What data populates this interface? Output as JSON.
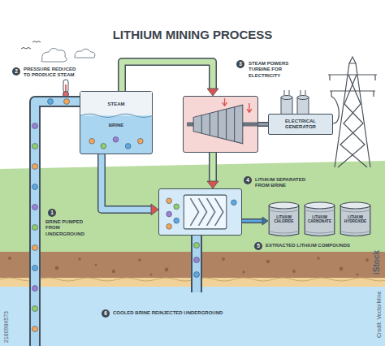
{
  "diagram": {
    "title": "LITHIUM MINING PROCESS",
    "nodes": [
      {
        "text": [
          "STEAM",
          "BRINE"
        ]
      },
      {
        "text": [
          "STEAM POWERS TURBINE FOR ELECTRICITY"
        ]
      },
      {
        "text": [
          "ELECTRICAL GENERATOR"
        ]
      },
      {
        "text": [
          "LITHIUM SEPARATED FROM BRINE"
        ]
      },
      {
        "text": [
          "LITHIUM CHLORIDE"
        ]
      },
      {
        "text": [
          "LITHIUM CARBONATE"
        ]
      },
      {
        "text": [
          "LITHIUM HYDROXIDE"
        ]
      }
    ],
    "edges": [
      {
        "from": 0,
        "to": 1,
        "arrow": "to"
      },
      {
        "from": 1,
        "to": 2,
        "arrow": "none"
      },
      {
        "from": 0,
        "to": 3,
        "arrow": "to"
      },
      {
        "from": 1,
        "to": 3,
        "arrow": "to"
      },
      {
        "from": 3,
        "to": 4,
        "arrow": "to"
      }
    ],
    "labels": [
      "2",
      "PRESSURE REDUCED TO PRODUCE STEAM",
      "3",
      "1",
      "BRINE PUMPED FROM UNDERGROUND",
      "4",
      "5",
      "EXTRACTED LITHIUM COMPOUNDS",
      "6",
      "COOLED BRINE REINJECTED UNDERGROUND",
      "iStock",
      "Credit: VectorMine",
      "2180984573"
    ]
  }
}
